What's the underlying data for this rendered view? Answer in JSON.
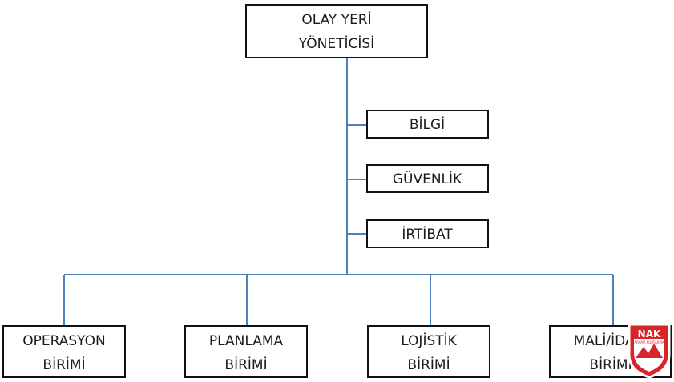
{
  "diagram": {
    "top": {
      "line1": "OLAY YERİ",
      "line2": "YÖNETİCİSİ"
    },
    "staff": [
      {
        "label": "BİLGİ"
      },
      {
        "label": "GÜVENLİK"
      },
      {
        "label": "İRTİBAT"
      }
    ],
    "units": [
      {
        "line1": "OPERASYON",
        "line2": "BİRİMİ"
      },
      {
        "line1": "PLANLAMA",
        "line2": "BİRİMİ"
      },
      {
        "line1": "LOJİSTİK",
        "line2": "BİRİMİ"
      },
      {
        "line1": "MALİ/İDARİ",
        "line2": "BİRİMİ"
      }
    ],
    "logo": {
      "text": "NAK",
      "subtext": "ARAMA KURTARMA"
    },
    "colors": {
      "connector": "#4f81bd",
      "box_border": "#111111",
      "logo_red": "#d7262b"
    }
  }
}
